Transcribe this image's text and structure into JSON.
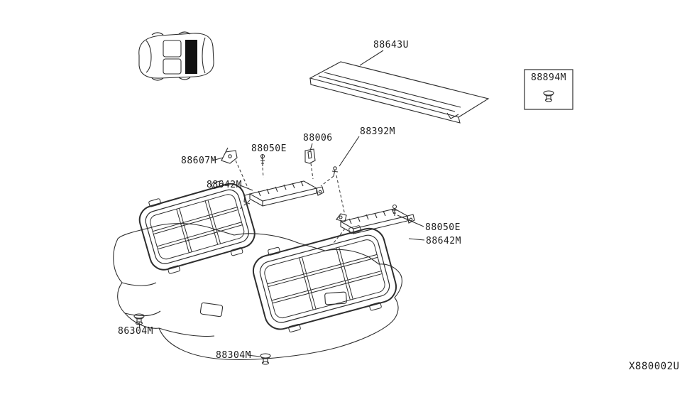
{
  "drawing": {
    "id": "X880002U"
  },
  "parts": {
    "shelf_panel": "88643U",
    "boxed_fastener": "88894M",
    "bracket_small_left": "88607M",
    "screw_left": "88050E",
    "bracket_top_center": "88006",
    "clip_center": "88392M",
    "bracket_assy_left": "88642M",
    "screw_right": "88050E",
    "bracket_assy_right": "88642M",
    "clip_front_left": "86304M",
    "clip_front_center": "88304M"
  }
}
